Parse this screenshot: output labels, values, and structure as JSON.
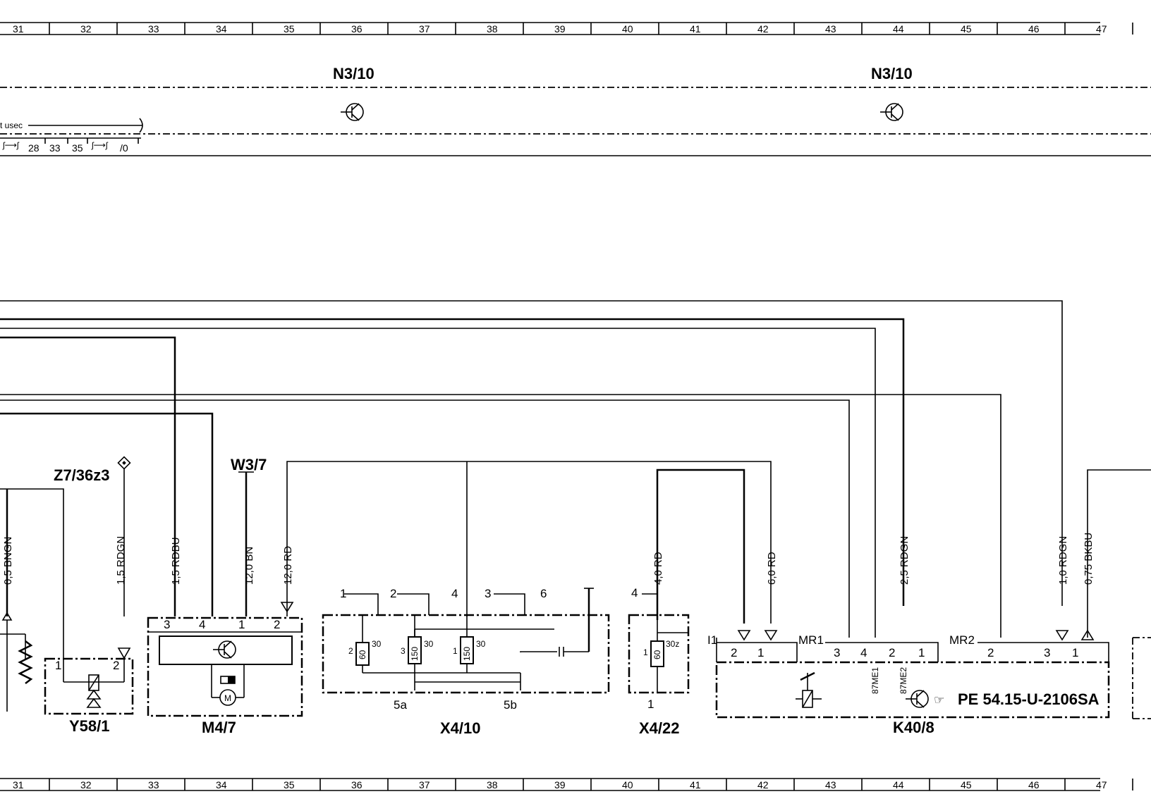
{
  "grid": {
    "numbers": [
      "31",
      "32",
      "33",
      "34",
      "35",
      "36",
      "37",
      "38",
      "39",
      "40",
      "41",
      "42",
      "43",
      "44",
      "45",
      "46",
      "47"
    ]
  },
  "header": {
    "module_left": "N3/10",
    "module_right": "N3/10",
    "usec_text": "t usec",
    "bus_numbers": [
      "28",
      "33",
      "35",
      "/0"
    ]
  },
  "components": {
    "z7": "Z7/36z3",
    "w3": "W3/7",
    "y58": "Y58/1",
    "m47": "M4/7",
    "x410": "X4/10",
    "x422": "X4/22",
    "k408": "K40/8",
    "k408_ref": "PE  54.15-U-2106SA"
  },
  "wires": {
    "w1": "0,5 BNGN",
    "w2": "1,5 RDGN",
    "w3": "1,5 RDBU",
    "w4": "12,0 BN",
    "w5": "12,0 RD",
    "w6": "4,0 RD",
    "w7": "6,0 RD",
    "w8": "2,5 RDGN",
    "w9": "1,0 RDGN",
    "w10": "0,75 BKBU"
  },
  "pins": {
    "y58_1": "1",
    "y58_2": "2",
    "m47_3": "3",
    "m47_4": "4",
    "m47_1": "1",
    "m47_2": "2",
    "x410_1": "1",
    "x410_2": "2",
    "x410_4": "4",
    "x410_3": "3",
    "x410_6": "6",
    "x410_5a": "5a",
    "x410_5b": "5b",
    "x410_f1_pin": "2",
    "x410_f1_val": "60",
    "x410_f1_out": "30",
    "x410_f2_pin": "3",
    "x410_f2_val": "150",
    "x410_f2_out": "30",
    "x410_f3_pin": "1",
    "x410_f3_val": "150",
    "x410_f3_out": "30",
    "x422_4": "4",
    "x422_1": "1",
    "x422_f_pin": "1",
    "x422_f_val": "60",
    "x422_f_out": "30z",
    "k_i1": "I1",
    "k_mr1": "MR1",
    "k_mr2": "MR2",
    "k_2a": "2",
    "k_1a": "1",
    "k_3a": "3",
    "k_4a": "4",
    "k_2b": "2",
    "k_1b": "1",
    "k_2c": "2",
    "k_3c": "3",
    "k_1c": "1",
    "k_87me1": "87ME1",
    "k_87me2": "87ME2"
  }
}
